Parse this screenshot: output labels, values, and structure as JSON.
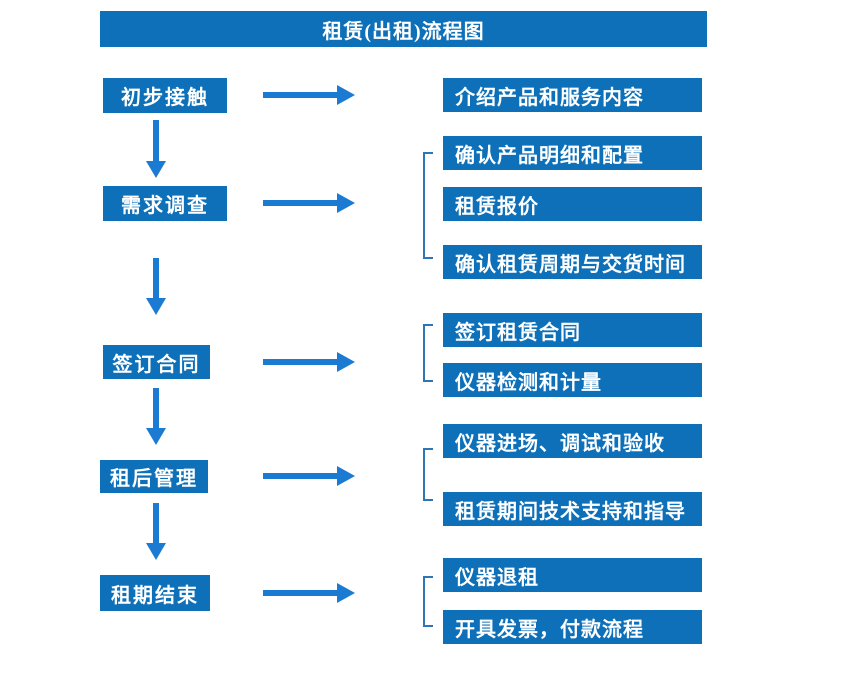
{
  "title": "租赁(出租)流程图",
  "colors": {
    "box_blue": "#0D70B8",
    "arrow_blue": "#1B7BD2",
    "bracket_blue": "#2E75B6",
    "text_white": "#FFFFFF",
    "background": "#FFFFFF"
  },
  "stages": [
    {
      "label": "初步接触",
      "substeps": [
        "介绍产品和服务内容"
      ]
    },
    {
      "label": "需求调查",
      "substeps": [
        "确认产品明细和配置",
        "租赁报价",
        "确认租赁周期与交货时间"
      ]
    },
    {
      "label": "签订合同",
      "substeps": [
        "签订租赁合同",
        "仪器检测和计量"
      ]
    },
    {
      "label": "租后管理",
      "substeps": [
        "仪器进场、调试和验收",
        "租赁期间技术支持和指导"
      ]
    },
    {
      "label": "租期结束",
      "substeps": [
        "仪器退租",
        "开具发票，付款流程"
      ]
    }
  ]
}
